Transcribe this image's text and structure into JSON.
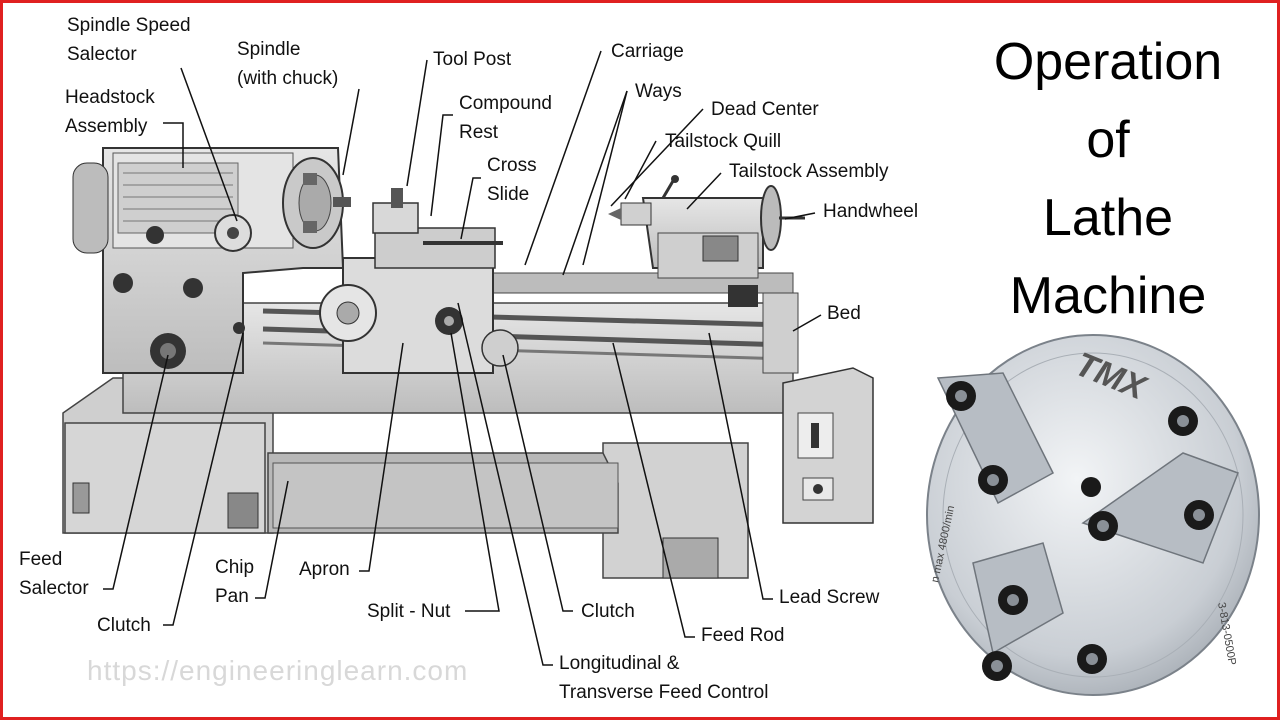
{
  "title": {
    "line1": "Operation",
    "line2": "of",
    "line3": "Lathe",
    "line4": "Machine"
  },
  "watermark": "https://engineeringlearn.com",
  "labels": {
    "spindle_speed_selector": [
      "Spindle Speed",
      "Salector"
    ],
    "spindle": [
      "Spindle",
      "(with chuck)"
    ],
    "headstock": [
      "Headstock",
      "Assembly"
    ],
    "tool_post": "Tool Post",
    "compound_rest": [
      "Compound",
      "Rest"
    ],
    "cross_slide": [
      "Cross",
      "Slide"
    ],
    "carriage": "Carriage",
    "ways": "Ways",
    "dead_center": "Dead Center",
    "tailstock_quill": "Tailstock Quill",
    "tailstock_assembly": "Tailstock Assembly",
    "handwheel": "Handwheel",
    "bed": "Bed",
    "feed_selector": [
      "Feed",
      "Salector"
    ],
    "clutch_left": "Clutch",
    "chip_pan": [
      "Chip",
      "Pan"
    ],
    "apron": "Apron",
    "split_nut": "Split - Nut",
    "clutch_right": "Clutch",
    "lead_screw": "Lead Screw",
    "feed_rod": "Feed Rod",
    "feed_control": [
      "Longitudinal &",
      "Transverse Feed Control"
    ]
  },
  "chuck_text": {
    "brand": "TMX",
    "speed": "n max 4800/min",
    "model": "3-813-0500P"
  },
  "colors": {
    "border": "#e02020",
    "machine_light": "#d9d9d9",
    "machine_dark": "#6a6a6a",
    "chuck": "#c8cdd3"
  }
}
